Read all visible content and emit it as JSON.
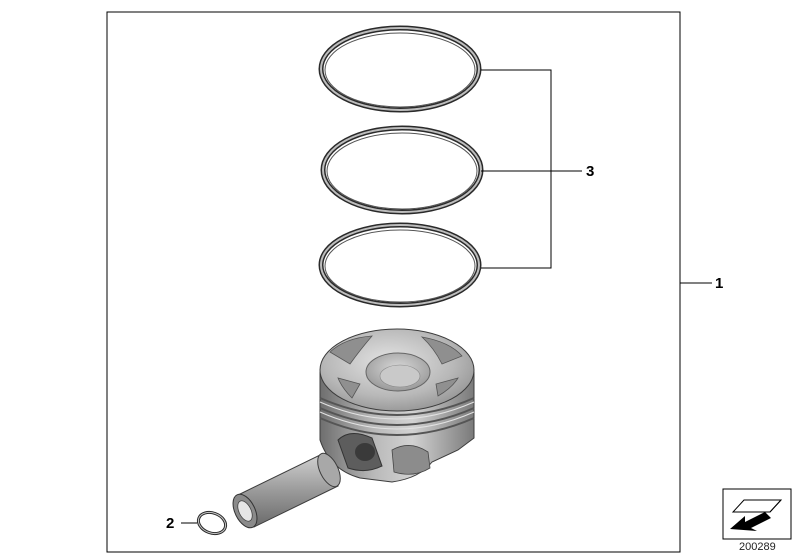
{
  "callouts": {
    "kit": "1",
    "circlip": "2",
    "rings": "3"
  },
  "reference_number": "200289",
  "icons": [
    "piston-ring-icon",
    "piston-icon",
    "piston-pin-icon",
    "circlip-icon",
    "navigation-arrow-icon"
  ]
}
